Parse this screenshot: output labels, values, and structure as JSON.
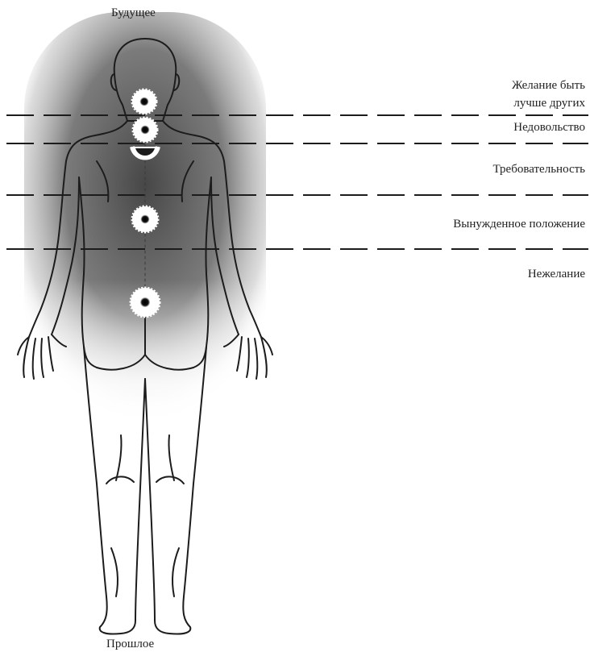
{
  "diagram": {
    "top_label": "Будущее",
    "bottom_label": "Прошлое",
    "zone_labels": [
      {
        "id": "superiority",
        "lines": [
          "Желание быть",
          "лучше других"
        ]
      },
      {
        "id": "dissatisfaction",
        "lines": [
          "Недовольство"
        ]
      },
      {
        "id": "demandingness",
        "lines": [
          "Требовательность"
        ]
      },
      {
        "id": "forced-position",
        "lines": [
          "Вынужденное положение"
        ]
      },
      {
        "id": "unwillingness",
        "lines": [
          "Нежелание"
        ]
      }
    ],
    "spine_points": 5,
    "dashed_divider_lines": 4
  },
  "colors": {
    "ink": "#1c1c1c",
    "shade": "#3a3a3a",
    "paper": "#ffffff"
  }
}
